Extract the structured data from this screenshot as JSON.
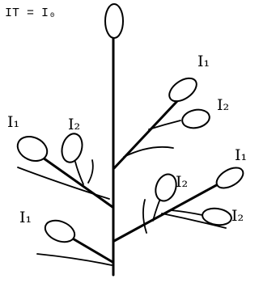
{
  "title": "IT = I₀",
  "labels": {
    "right_top_i1": "I₁",
    "right_top_i2": "I₂",
    "left_top_i1": "I₁",
    "left_top_i2": "I₂",
    "right_low_i1": "I₁",
    "right_low_i2_upper": "I₂",
    "right_low_i2_side": "I₂",
    "left_low_i1": "I₁"
  }
}
